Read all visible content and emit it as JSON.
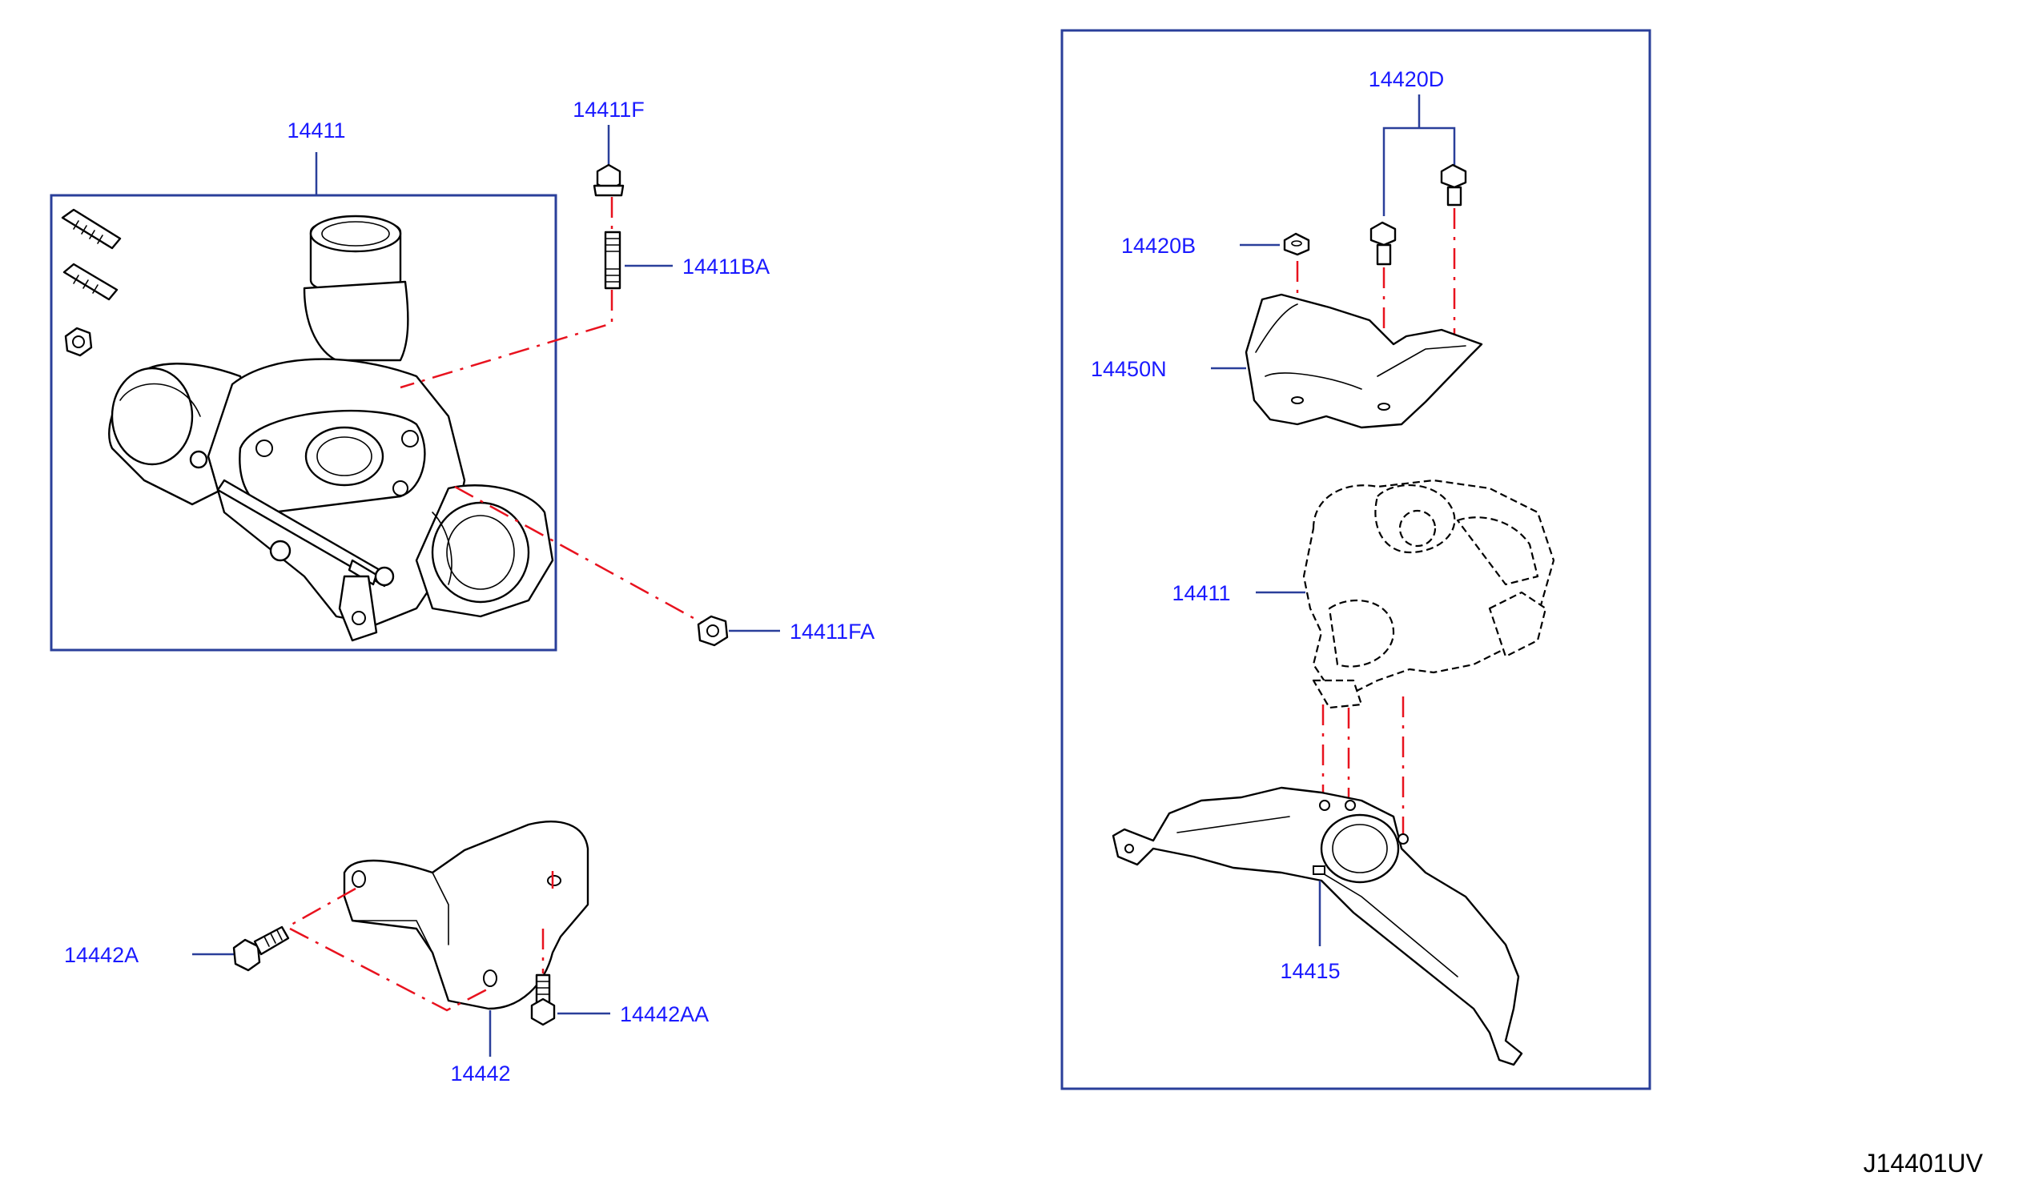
{
  "diagram_code": "J14401UV",
  "labels": {
    "turbo_main": "14411",
    "nut_top": "14411F",
    "stud": "14411BA",
    "nut_outlet": "14411FA",
    "bolt_bracket": "14442A",
    "bracket": "14442",
    "bolt_bracket_lower": "14442AA",
    "bolts_upper": "14420D",
    "nut_small": "14420B",
    "heat_insulator_upper": "14450N",
    "turbo_assembly_ghost": "14411",
    "heat_insulator_lower": "14415"
  }
}
